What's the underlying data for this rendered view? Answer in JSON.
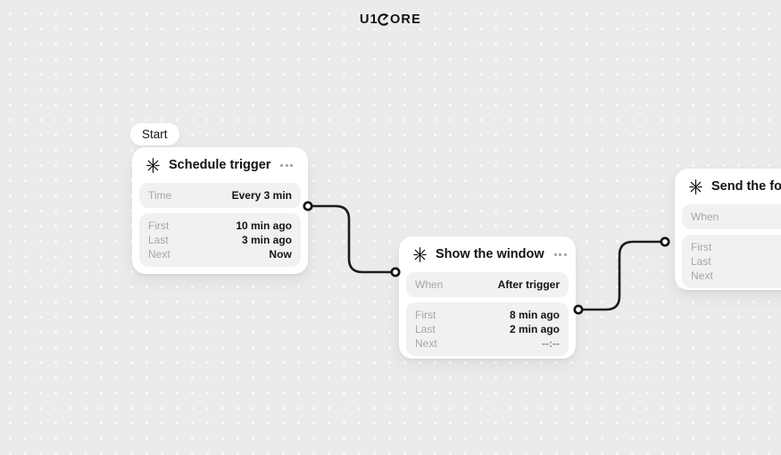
{
  "theme": {
    "bg": "#ebebeb",
    "dot": "#fbfbfb",
    "card": "#ffffff",
    "rowbg": "#f1f1f1",
    "label": "#a6a6a6",
    "text": "#141414",
    "line": "#1c1c1c",
    "muted": "#8a8a8a"
  },
  "header": {
    "logo_part1": "U1",
    "logo_part2": "ORE",
    "logo_icon": "c-dial-icon"
  },
  "start": {
    "label": "Start"
  },
  "icons": {
    "node_icon": "spark-icon",
    "menu_icon": "ellipsis-icon",
    "port_icon": "connector-port"
  },
  "nodes": [
    {
      "title": "Schedule trigger",
      "param": {
        "label": "Time",
        "value": "Every 3 min"
      },
      "stats": [
        {
          "label": "First",
          "value": "10 min ago"
        },
        {
          "label": "Last",
          "value": "3 min ago"
        },
        {
          "label": "Next",
          "value": "Now"
        }
      ]
    },
    {
      "title": "Show the window",
      "param": {
        "label": "When",
        "value": "After trigger"
      },
      "stats": [
        {
          "label": "First",
          "value": "8 min ago"
        },
        {
          "label": "Last",
          "value": "2 min ago"
        },
        {
          "label": "Next",
          "value": "--:--"
        }
      ]
    },
    {
      "title": "Send the form",
      "param": {
        "label": "When",
        "value": ""
      },
      "stats": [
        {
          "label": "First",
          "value": ""
        },
        {
          "label": "Last",
          "value": ""
        },
        {
          "label": "Next",
          "value": ""
        }
      ]
    }
  ]
}
